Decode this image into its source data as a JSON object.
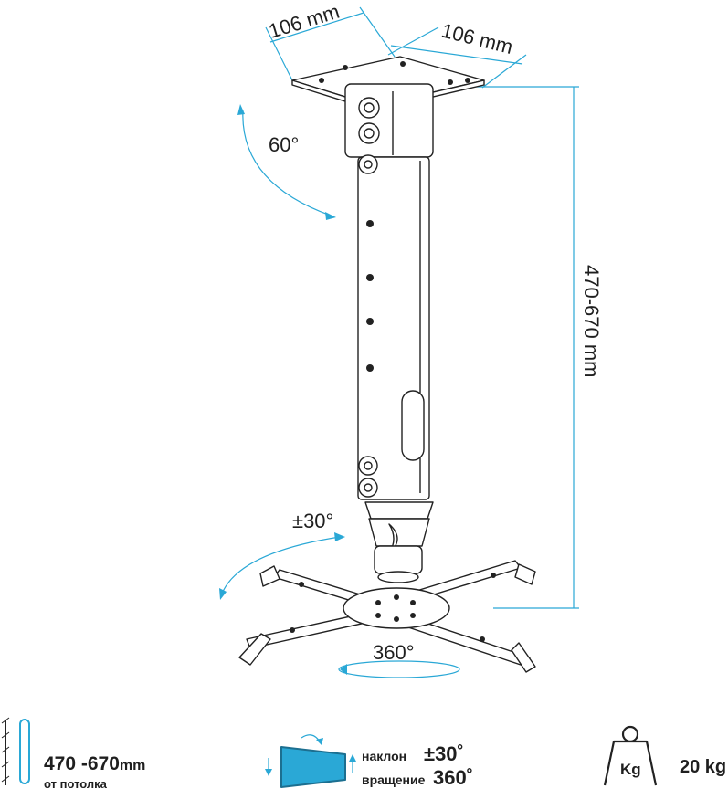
{
  "dimensions": {
    "plate_width": "106 mm",
    "plate_depth": "106 mm",
    "height_range": "470-670 mm"
  },
  "angles": {
    "tilt_top": "60°",
    "tilt_bottom": "±30°",
    "rotation": "360°"
  },
  "legend": {
    "height": {
      "value": "470 -670",
      "unit": "mm",
      "caption": "от потолка"
    },
    "tilt": {
      "label": "наклон",
      "value": "±30˚"
    },
    "rotation": {
      "label": "вращение",
      "value": "360˚"
    },
    "load": {
      "icon_label": "Kg",
      "value": "20 kg"
    }
  },
  "colors": {
    "accent": "#2aa8d6",
    "line": "#222222"
  }
}
